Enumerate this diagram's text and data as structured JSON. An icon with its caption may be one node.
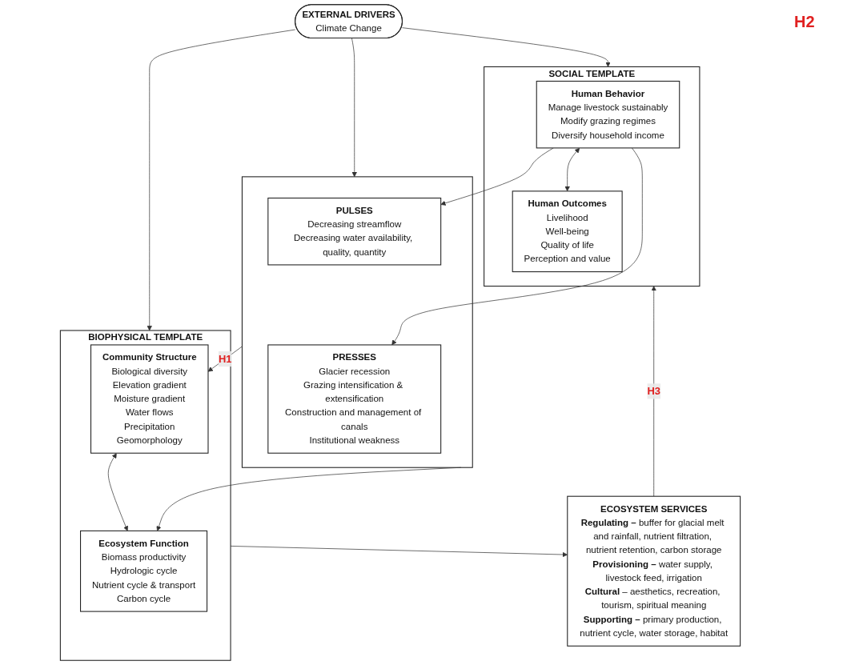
{
  "diagram": {
    "nodes": [
      {
        "text": [
          "EXTERNAL DRIVERS",
          "Climate Change"
        ]
      },
      {
        "text": [
          "SOCIAL TEMPLATE"
        ]
      },
      {
        "text": [
          "Human Behavior",
          "Manage livestock sustainably",
          "Modify grazing regimes",
          "Diversify household income"
        ],
        "in": 1
      },
      {
        "text": [
          "Human Outcomes",
          "Livelihood",
          "Well-being",
          "Quality of life",
          "Perception and value"
        ],
        "in": 1
      },
      {
        "text": [],
        "shape": "box"
      },
      {
        "text": [
          "PULSES",
          "Decreasing streamflow",
          "Decreasing water availability, quality, quantity"
        ],
        "in": 4
      },
      {
        "text": [
          "PRESSES",
          "Glacier recession",
          "Grazing intensification & extensification",
          "Construction and management of canals",
          "Institutional weakness"
        ],
        "in": 4
      },
      {
        "text": [
          "BIOPHYSICAL TEMPLATE"
        ]
      },
      {
        "text": [
          "Community Structure",
          "Biological diversity",
          "Elevation gradient",
          "Moisture gradient",
          "Water flows",
          "Precipitation",
          "Geomorphology"
        ],
        "in": 7
      },
      {
        "text": [
          "Ecosystem Function",
          "Biomass productivity",
          "Hydrologic cycle",
          "Nutrient cycle & transport",
          "Carbon cycle"
        ],
        "in": 7
      },
      {
        "text": [
          "ECOSYSTEM SERVICES",
          "**Regulating –** buffer for glacial melt and rainfall, nutrient filtration, nutrient retention, carbon storage",
          "**Provisioning –** water supply, livestock feed, irrigation",
          "**Cultural** – aesthetics, recreation, tourism, spiritual meaning",
          "**Supporting –** primary production, nutrient cycle, water storage, habitat"
        ]
      }
    ],
    "edges": [
      {
        "from": 0,
        "to": 1,
        "arrow": "to"
      },
      {
        "from": 0,
        "to": 4,
        "arrow": "to"
      },
      {
        "from": 0,
        "to": 7,
        "arrow": "to"
      },
      {
        "from": 2,
        "to": 5,
        "arrow": "to"
      },
      {
        "from": 2,
        "to": 6,
        "arrow": "to"
      },
      {
        "from": 2,
        "to": 3,
        "arrow": "both"
      },
      {
        "from": 4,
        "to": 8,
        "arrow": "to",
        "label": "H1"
      },
      {
        "from": 4,
        "to": 9,
        "arrow": "to"
      },
      {
        "from": 8,
        "to": 9,
        "arrow": "both"
      },
      {
        "from": 7,
        "to": 10,
        "arrow": "to"
      },
      {
        "from": 10,
        "to": 1,
        "arrow": "to",
        "label": "H3"
      }
    ],
    "labels": [
      "H2"
    ]
  }
}
